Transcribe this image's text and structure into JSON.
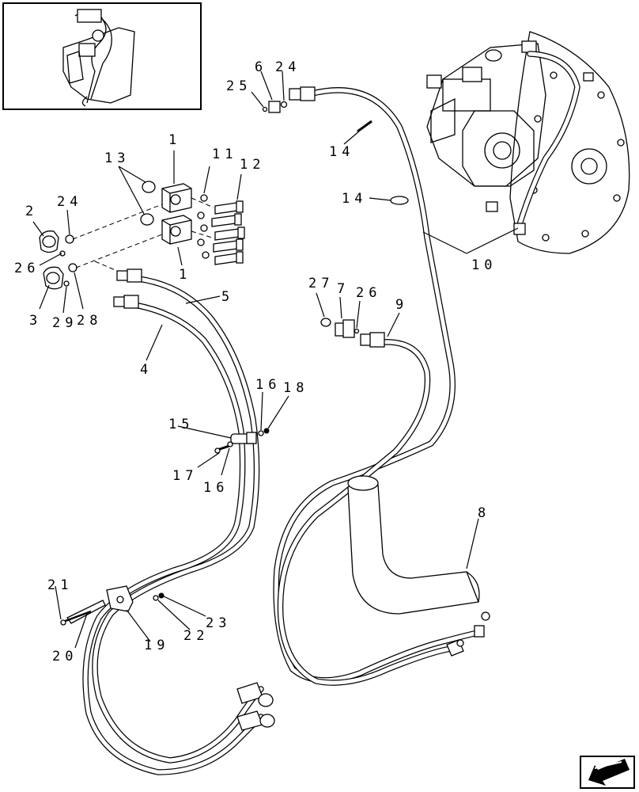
{
  "diagram": {
    "callouts": {
      "c1_top": "1",
      "c1_bottom": "1",
      "c2": "2",
      "c3": "3",
      "c4": "4",
      "c5": "5",
      "c6": "6",
      "c7": "7",
      "c8": "8",
      "c9": "9",
      "c10": "10",
      "c11": "11",
      "c12": "12",
      "c13": "13",
      "c14_a": "14",
      "c14_b": "14",
      "c15": "15",
      "c16_a": "16",
      "c16_b": "16",
      "c17": "17",
      "c18": "18",
      "c19": "19",
      "c20": "20",
      "c21": "21",
      "c22": "22",
      "c23": "23",
      "c24_a": "24",
      "c24_b": "24",
      "c25": "25",
      "c26_a": "26",
      "c26_b": "26",
      "c27": "27",
      "c28": "28",
      "c29": "29"
    },
    "nav_icon": "arrow-icon"
  }
}
